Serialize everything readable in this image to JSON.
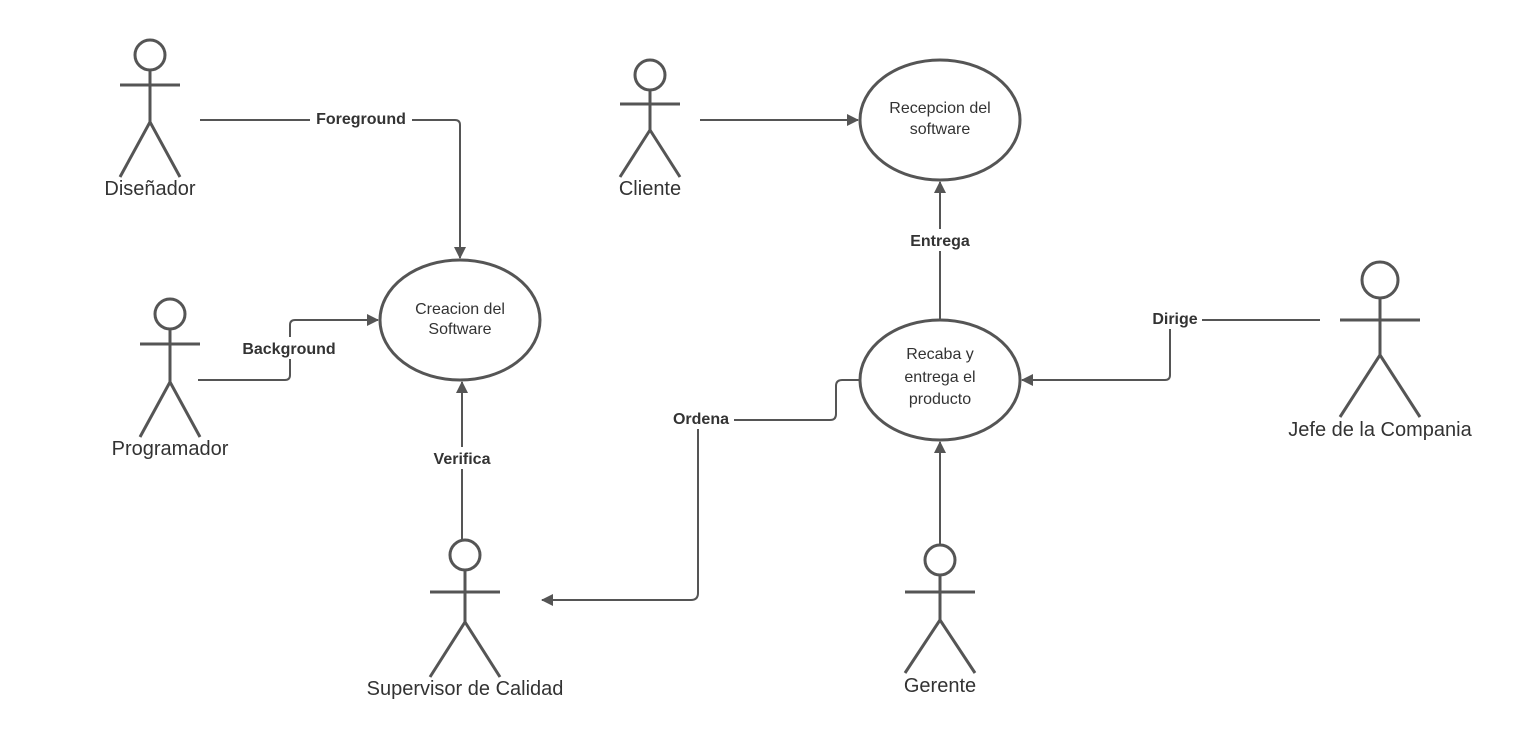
{
  "actors": {
    "disenador": "Diseñador",
    "programador": "Programador",
    "supervisor": "Supervisor de Calidad",
    "cliente": "Cliente",
    "gerente": "Gerente",
    "jefe": "Jefe de la Compania"
  },
  "usecases": {
    "creacion": [
      "Creacion del",
      "Software"
    ],
    "recepcion": [
      "Recepcion del",
      "software"
    ],
    "recaba": [
      "Recaba y",
      "entrega el",
      "producto"
    ]
  },
  "edges": {
    "foreground": "Foreground",
    "background": "Background",
    "verifica": "Verifica",
    "entrega": "Entrega",
    "dirige": "Dirige",
    "ordena": "Ordena"
  },
  "colors": {
    "line": "#555555",
    "text": "#333333",
    "background": "#ffffff"
  }
}
